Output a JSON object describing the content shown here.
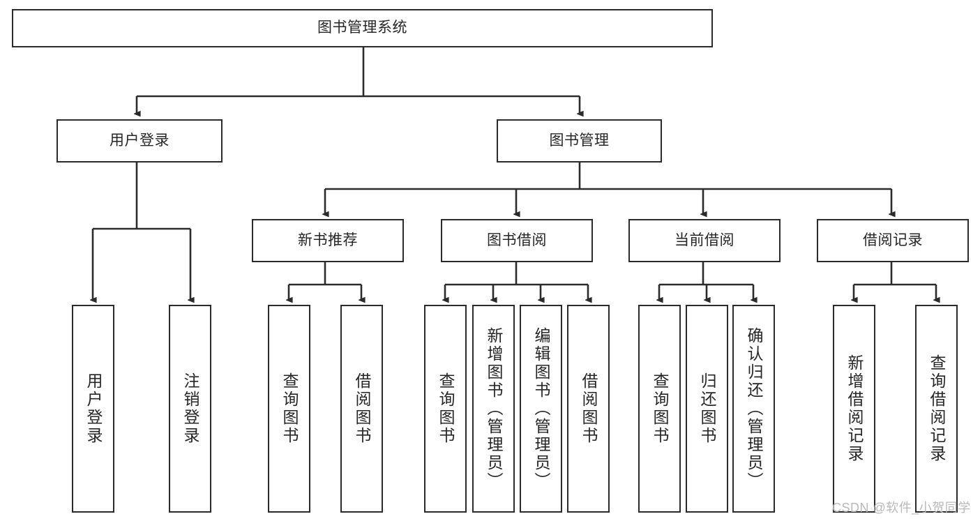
{
  "diagram": {
    "type": "tree-hierarchy-chart",
    "title": "图书管理系统",
    "watermark": "CSDN @软件_小贺同学",
    "colors": {
      "stroke": "#2b2b2b",
      "fill": "#ffffff",
      "text": "#262626",
      "watermark": "#b9b9b9"
    },
    "nodes": {
      "root": {
        "label": "图书管理系统",
        "level": 0,
        "orientation": "horizontal"
      },
      "level1": [
        {
          "id": "user-login",
          "label": "用户登录",
          "orientation": "horizontal"
        },
        {
          "id": "book-manage",
          "label": "图书管理",
          "orientation": "horizontal"
        }
      ],
      "level2": [
        {
          "id": "new-book-recommend",
          "label": "新书推荐",
          "orientation": "horizontal",
          "parent": "book-manage"
        },
        {
          "id": "book-borrow",
          "label": "图书借阅",
          "orientation": "horizontal",
          "parent": "book-manage"
        },
        {
          "id": "current-borrow",
          "label": "当前借阅",
          "orientation": "horizontal",
          "parent": "book-manage"
        },
        {
          "id": "borrow-record",
          "label": "借阅记录",
          "orientation": "horizontal",
          "parent": "book-manage"
        }
      ],
      "leaves": [
        {
          "id": "leaf-user-login",
          "label": "用户登录",
          "parent": "user-login"
        },
        {
          "id": "leaf-logout-login",
          "label": "注销登录",
          "parent": "user-login"
        },
        {
          "id": "leaf-query-book-1",
          "label": "查询图书",
          "parent": "new-book-recommend"
        },
        {
          "id": "leaf-borrow-book-1",
          "label": "借阅图书",
          "parent": "new-book-recommend"
        },
        {
          "id": "leaf-query-book-2",
          "label": "查询图书",
          "parent": "book-borrow"
        },
        {
          "id": "leaf-add-book",
          "label": "新增图书（管理员）",
          "parent": "book-borrow"
        },
        {
          "id": "leaf-edit-book",
          "label": "编辑图书（管理员）",
          "parent": "book-borrow"
        },
        {
          "id": "leaf-borrow-book-2",
          "label": "借阅图书",
          "parent": "book-borrow"
        },
        {
          "id": "leaf-query-book-3",
          "label": "查询图书",
          "parent": "current-borrow"
        },
        {
          "id": "leaf-return-book",
          "label": "归还图书",
          "parent": "current-borrow"
        },
        {
          "id": "leaf-confirm-return",
          "label": "确认归还（管理员）",
          "parent": "current-borrow"
        },
        {
          "id": "leaf-add-record",
          "label": "新增借阅记录",
          "parent": "borrow-record"
        },
        {
          "id": "leaf-query-record",
          "label": "查询借阅记录",
          "parent": "borrow-record"
        }
      ]
    }
  }
}
